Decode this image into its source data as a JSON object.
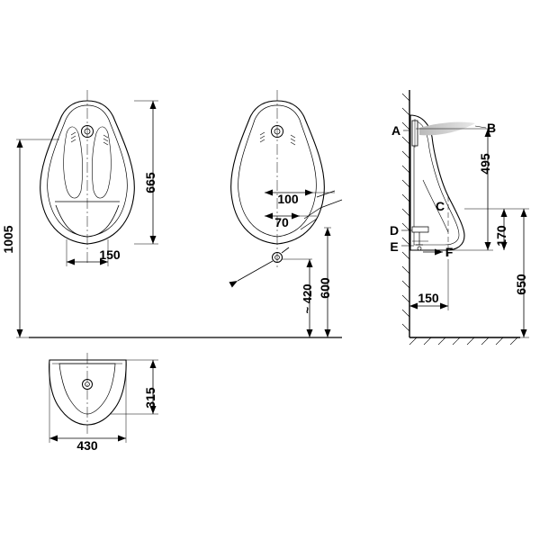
{
  "drawing": {
    "title": "Urinal technical drawing - front, side, top and installation views",
    "units": "mm",
    "views": [
      {
        "name": "front-view",
        "label": ""
      },
      {
        "name": "side-view",
        "label": ""
      },
      {
        "name": "top-view",
        "label": ""
      },
      {
        "name": "installation-view",
        "label": ""
      }
    ]
  },
  "dimensions": {
    "front_height_bowl": "665",
    "front_total_height": "1005",
    "front_width_inner": "150",
    "side_depth_100": "100",
    "side_depth_70": "70",
    "side_height_600": "600",
    "side_height_420": "~ 420",
    "top_depth": "315",
    "top_width": "430",
    "install_height_495": "495",
    "install_height_170": "170",
    "install_height_650": "650",
    "install_offset_150": "150"
  },
  "callouts": [
    {
      "id": "A",
      "label": "A"
    },
    {
      "id": "B",
      "label": "B"
    },
    {
      "id": "C",
      "label": "C"
    },
    {
      "id": "D",
      "label": "D"
    },
    {
      "id": "E",
      "label": "E"
    },
    {
      "id": "F",
      "label": "F"
    }
  ],
  "chart_data": {
    "type": "table",
    "title": "Urinal dimensions (mm)",
    "categories": [
      "665",
      "1005",
      "150",
      "100",
      "70",
      "600",
      "~ 420",
      "315",
      "430",
      "495",
      "170",
      "650",
      "150"
    ],
    "values": [
      665,
      1005,
      150,
      100,
      70,
      600,
      420,
      315,
      430,
      495,
      170,
      650,
      150
    ],
    "xlabel": "",
    "ylabel": "",
    "grid": false,
    "legend": false
  }
}
